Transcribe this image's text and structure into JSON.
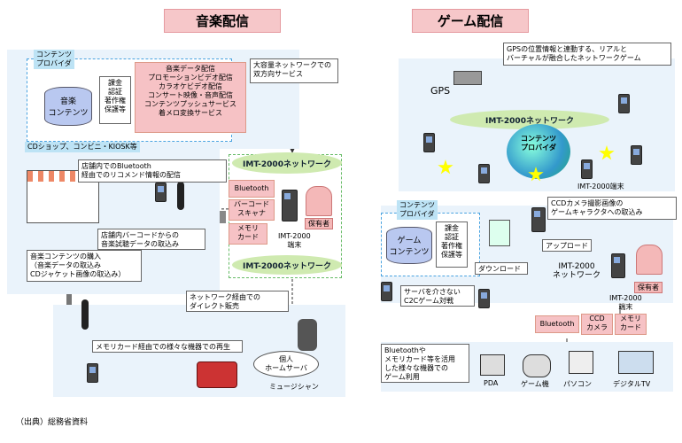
{
  "left": {
    "title": "音楽配信",
    "content_provider": "コンテンツ\nプロバイダ",
    "db_label": "音楽\nコンテンツ",
    "rights_box": "課金\n認証\n著作権\n保護等",
    "services": [
      "音楽データ配信",
      "プロモーションビデオ配信",
      "カラオケビデオ配信",
      "コンサート映像・音声配信",
      "コンテンツプッシュサービス",
      "着メロ変換サービス"
    ],
    "broadband_note": "大容量ネットワークでの\n双方向サービス",
    "imt_top": "IMT-2000ネットワーク",
    "imt_bottom": "IMT-2000ネットワーク",
    "shop_label": "CDショップ、コンビニ・KIOSK等",
    "store_bt_note": "店舗内でのBluetooth\n経由でのリコメンド情報の配信",
    "barcode_note": "店舗内バーコードからの\n音楽試聴データの取込み",
    "purchase_note": "音楽コンテンツの購入\n（音楽データの取込み\nCDジャケット画像の取込み）",
    "features": [
      "Bluetooth",
      "バーコード\nスキャナ",
      "メモリ\nカード"
    ],
    "terminal_label": "IMT-2000\n端末",
    "owner_label": "保有者",
    "direct_sales": "ネットワーク経由での\nダイレクト販売",
    "memory_play": "メモリカード経由での様々な機器での再生",
    "home_server": "個人\nホームサーバ",
    "musician": "ミュージシャン"
  },
  "right": {
    "title": "ゲーム配信",
    "gps_note": "GPSの位置情報と連動する、リアルと\nバーチャルが融合したネットワークゲーム",
    "gps_label": "GPS",
    "imt_net": "IMT-2000ネットワーク",
    "globe_label": "コンテンツ\nプロバイダ",
    "terminal_top": "IMT-2000端末",
    "content_provider": "コンテンツ\nプロバイダ",
    "db_label": "ゲーム\nコンテンツ",
    "rights_box": "課金\n認証\n著作権\n保護等",
    "ccd_note": "CCDカメラ撮影画像の\nゲームキャラクタへの取込み",
    "upload": "アップロード",
    "download": "ダウンロード",
    "imt_network": "IMT-2000\nネットワーク",
    "owner_label": "保有者",
    "terminal_label": "IMT-2000\n端末",
    "c2c_note": "サーバを介さない\nC2Cゲーム対戦",
    "features": [
      "Bluetooth",
      "CCD\nカメラ",
      "メモリ\nカード"
    ],
    "devices_note": "Bluetoothや\nメモリカード等を活用\nした様々な機器での\nゲーム利用",
    "devices": [
      "PDA",
      "ゲーム機",
      "パソコン",
      "デジタルTV"
    ]
  },
  "source": "（出典）総務省資料"
}
